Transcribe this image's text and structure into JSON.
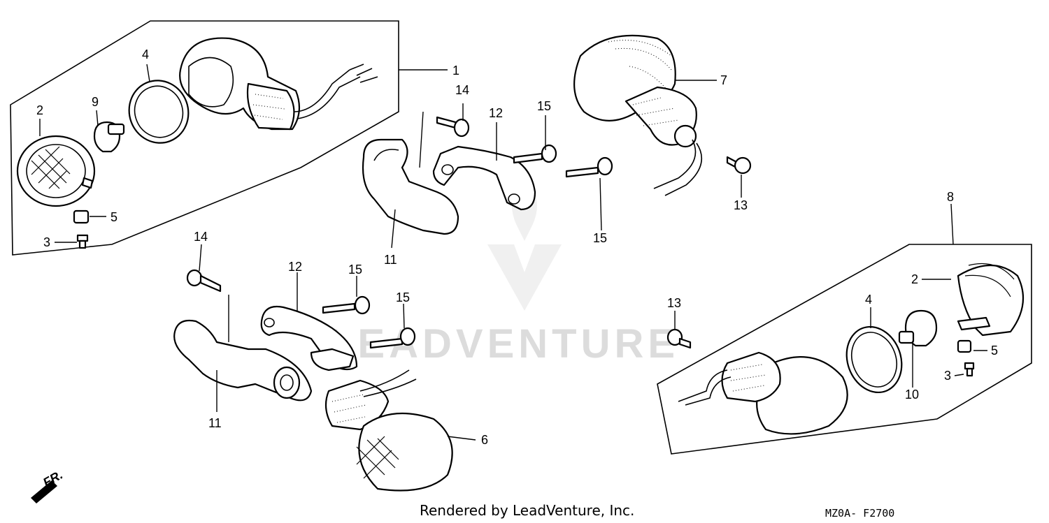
{
  "watermark": {
    "brand": "LEADVENTURE"
  },
  "callouts": [
    {
      "id": "c1",
      "text": "1"
    },
    {
      "id": "c2a",
      "text": "2"
    },
    {
      "id": "c2b",
      "text": "2"
    },
    {
      "id": "c3a",
      "text": "3"
    },
    {
      "id": "c3b",
      "text": "3"
    },
    {
      "id": "c4a",
      "text": "4"
    },
    {
      "id": "c4b",
      "text": "4"
    },
    {
      "id": "c5a",
      "text": "5"
    },
    {
      "id": "c5b",
      "text": "5"
    },
    {
      "id": "c6",
      "text": "6"
    },
    {
      "id": "c7",
      "text": "7"
    },
    {
      "id": "c8",
      "text": "8"
    },
    {
      "id": "c9",
      "text": "9"
    },
    {
      "id": "c10",
      "text": "10"
    },
    {
      "id": "c11a",
      "text": "11"
    },
    {
      "id": "c11b",
      "text": "11"
    },
    {
      "id": "c12a",
      "text": "12"
    },
    {
      "id": "c12b",
      "text": "12"
    },
    {
      "id": "c13a",
      "text": "13"
    },
    {
      "id": "c13b",
      "text": "13"
    },
    {
      "id": "c14a",
      "text": "14"
    },
    {
      "id": "c14b",
      "text": "14"
    },
    {
      "id": "c15a",
      "text": "15"
    },
    {
      "id": "c15b",
      "text": "15"
    },
    {
      "id": "c15c",
      "text": "15"
    },
    {
      "id": "c15d",
      "text": "15"
    }
  ],
  "direction_marker": {
    "label": "FR."
  },
  "footer": {
    "credit": "Rendered by LeadVenture, Inc.",
    "diagram_code": "MZ0A- F2700"
  }
}
